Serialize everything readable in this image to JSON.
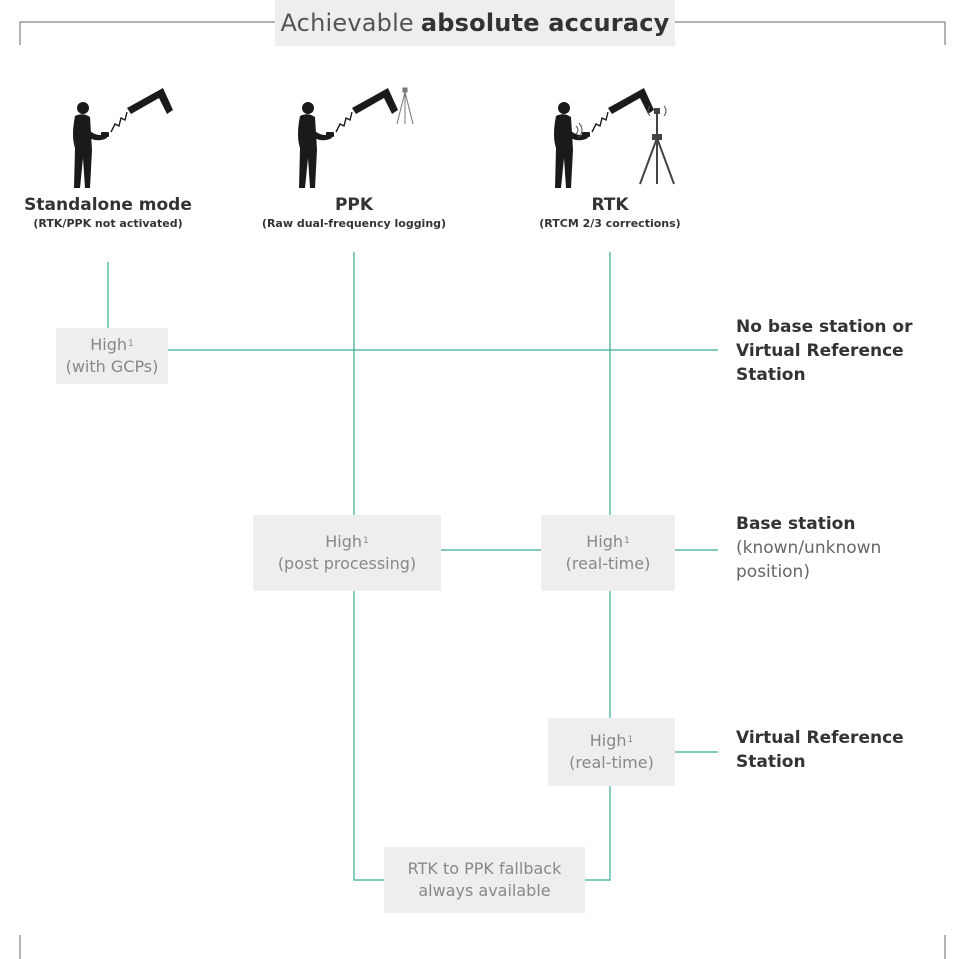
{
  "title": {
    "prefix": "Achievable",
    "bold": "absolute accuracy"
  },
  "modes": [
    {
      "name": "Standalone mode",
      "sub": "(RTK/PPK not activated)"
    },
    {
      "name": "PPK",
      "sub": "(Raw dual-frequency logging)"
    },
    {
      "name": "RTK",
      "sub": "(RTCM 2/3 corrections)"
    }
  ],
  "boxes": {
    "standalone": {
      "main": "High",
      "sup": "1",
      "note": "(with GCPs)"
    },
    "ppk": {
      "main": "High",
      "sup": "1",
      "note": "(post processing)"
    },
    "rtk_base": {
      "main": "High",
      "sup": "1",
      "note": "(real-time)"
    },
    "rtk_vrs": {
      "main": "High",
      "sup": "1",
      "note": "(real-time)"
    },
    "fallback": {
      "line1": "RTK to PPK fallback",
      "line2": "always available"
    }
  },
  "sides": {
    "no_base": {
      "line1": "No base station or",
      "line2": "Virtual Reference",
      "line3": "Station"
    },
    "base": {
      "bold": "Base station",
      "line2": "(known/unknown",
      "line3": "position)"
    },
    "vrs": {
      "line1": "Virtual Reference",
      "line2": "Station"
    }
  },
  "colors": {
    "line": "#3aaa96",
    "box": "#eeeeee",
    "frame": "#666666"
  }
}
